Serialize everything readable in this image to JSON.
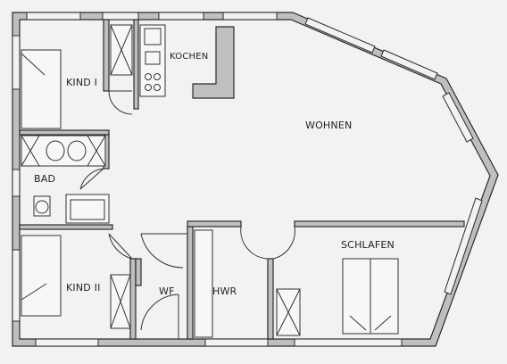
{
  "rooms": {
    "kind1": "KIND I",
    "kochen": "KOCHEN",
    "wohnen": "WOHNEN",
    "bad": "BAD",
    "schlafen": "SCHLAFEN",
    "kind2": "KIND II",
    "wf": "WF",
    "hwr": "HWR"
  }
}
